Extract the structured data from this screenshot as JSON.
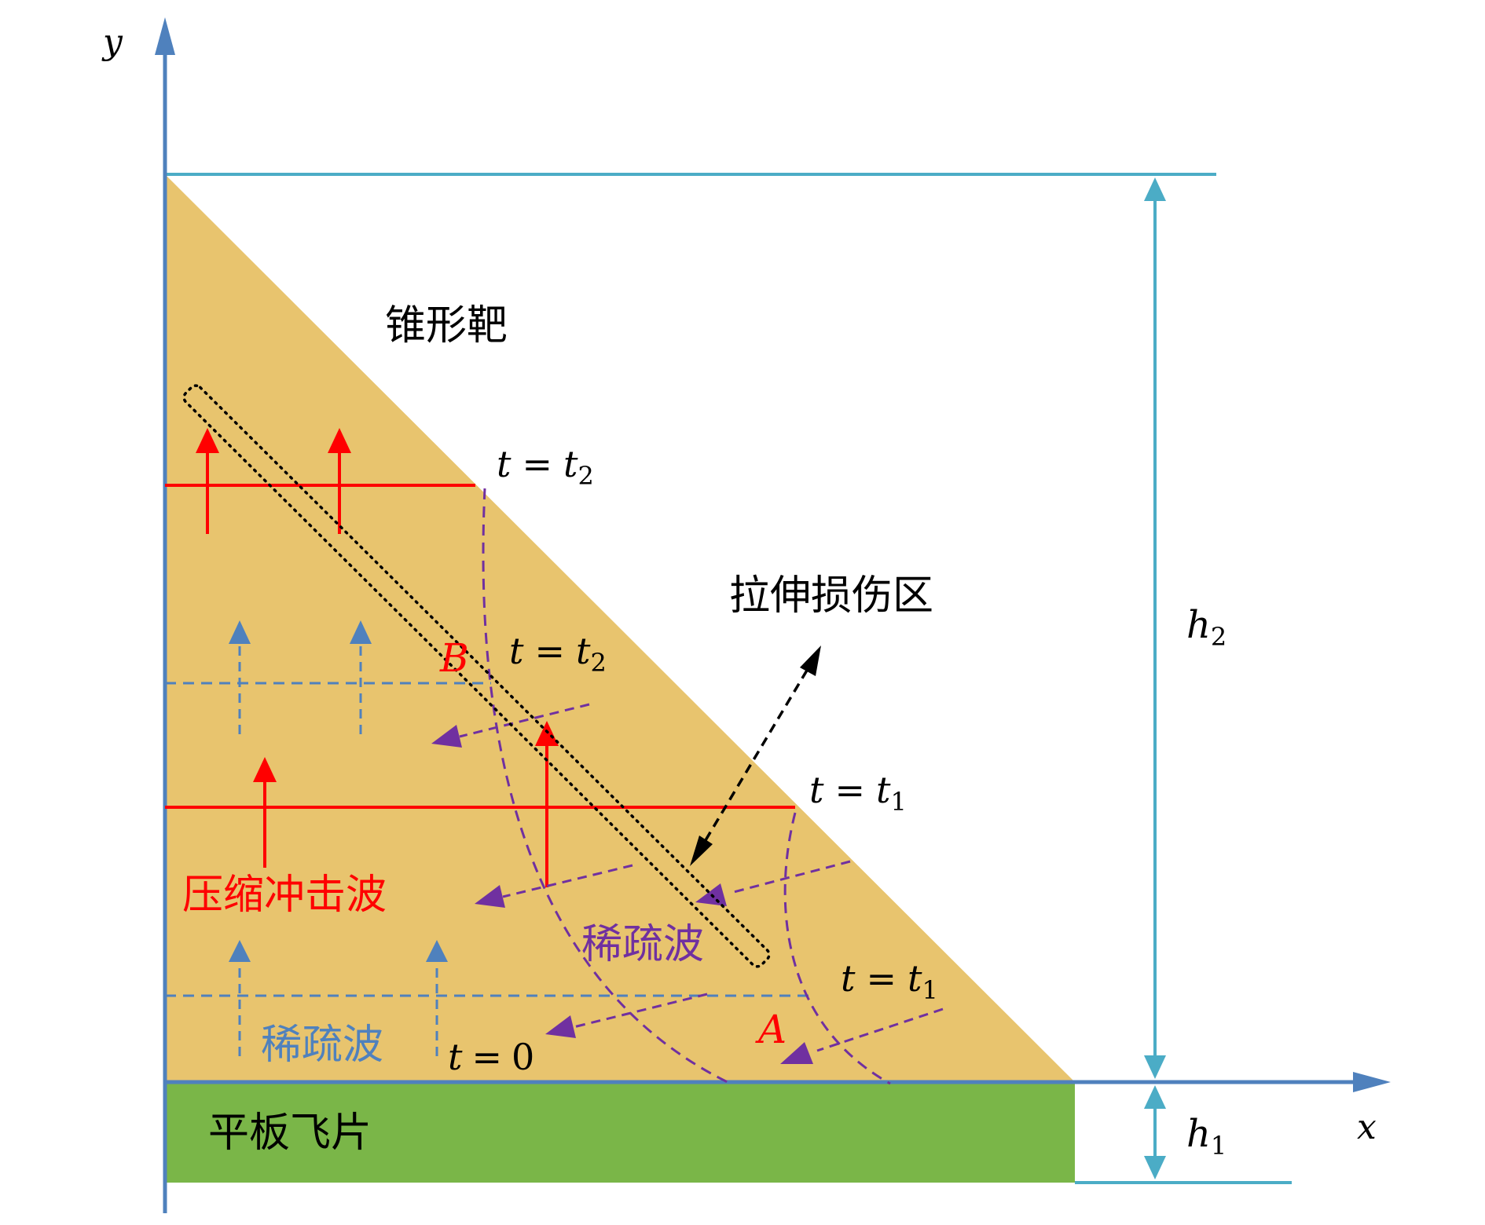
{
  "axes": {
    "x_label": "x",
    "y_label": "y"
  },
  "labels": {
    "target": "锥形靶",
    "tensile_damage_zone": "拉伸损伤区",
    "compression_shock": "压缩冲击波",
    "rarefaction_purple": "稀疏波",
    "rarefaction_blue": "稀疏波",
    "flyer_plate": "平板飞片",
    "point_a": "A",
    "point_b": "B"
  },
  "time_labels": {
    "t2_upper": {
      "var": "t",
      "eq": "=",
      "sym": "t",
      "sub": "2"
    },
    "t2_lower": {
      "var": "t",
      "eq": "=",
      "sym": "t",
      "sub": "2"
    },
    "t1_upper": {
      "var": "t",
      "eq": "=",
      "sym": "t",
      "sub": "1"
    },
    "t1_lower": {
      "var": "t",
      "eq": "=",
      "sym": "t",
      "sub": "1"
    },
    "t0": {
      "var": "t",
      "eq": "=",
      "sym": "0"
    }
  },
  "dimensions": {
    "h2": {
      "sym": "h",
      "sub": "2"
    },
    "h1": {
      "sym": "h",
      "sub": "1"
    }
  },
  "colors": {
    "target_fill": "#E8C46E",
    "flyer_fill": "#7AB648",
    "axis": "#4F81BD",
    "dimension": "#4BACC6",
    "shock": "#FF0000",
    "rarefaction_purple": "#7030A0",
    "rarefaction_blue": "#4F81BD",
    "damage_zone": "#000000"
  }
}
